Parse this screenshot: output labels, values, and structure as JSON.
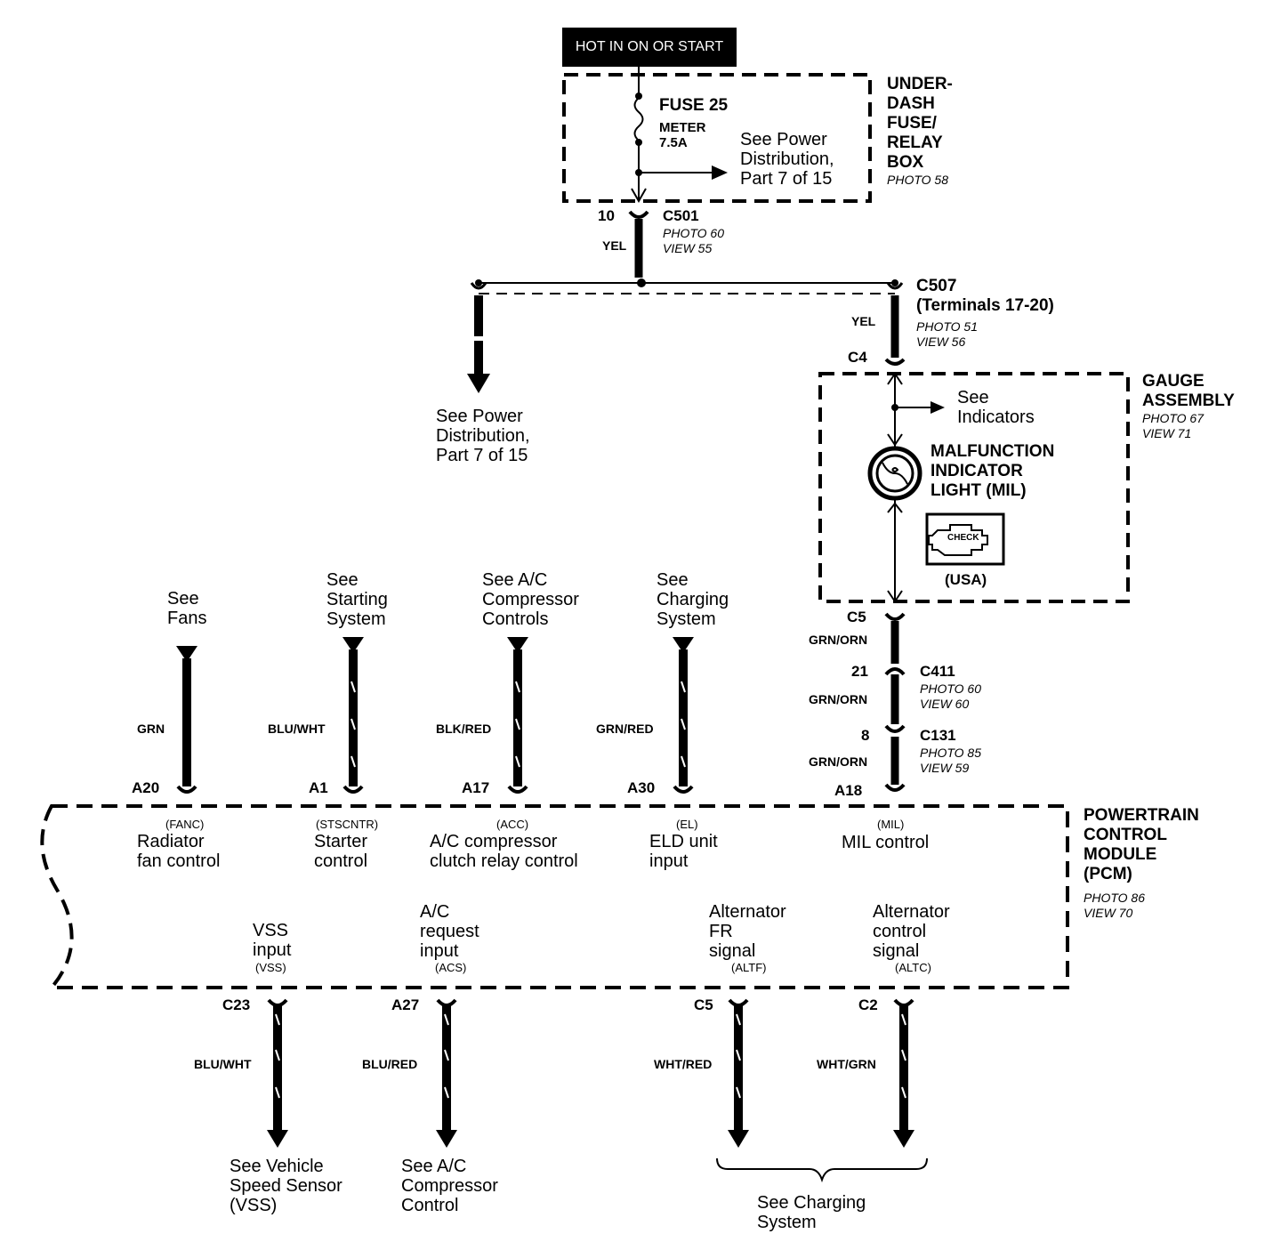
{
  "top": {
    "hot_label": "HOT IN ON OR START",
    "fuse": "FUSE  25",
    "fuse_sub": "METER\n7.5A",
    "power_ref_1": "See Power\nDistribution,\nPart 7 of 15",
    "underdash": "UNDER-\nDASH\nFUSE/\nRELAY\nBOX",
    "underdash_photo": "PHOTO 58"
  },
  "connectors": {
    "c501_pin": "10",
    "c501": "C501",
    "c501_ref": "PHOTO 60\nVIEW 55",
    "c501_wire": "YEL",
    "c507": "C507\n(Terminals 17-20)",
    "c507_ref": "PHOTO 51\nVIEW 56",
    "c507_wire": "YEL",
    "power_ref_2": "See Power\nDistribution,\nPart 7 of 15",
    "c4": "C4",
    "c5": "C5",
    "c5_wire": "GRN/ORN",
    "c411_pin": "21",
    "c411": "C411",
    "c411_ref": "PHOTO 60\nVIEW 60",
    "c411_wire": "GRN/ORN",
    "c131_pin": "8",
    "c131": "C131",
    "c131_ref": "PHOTO 85\nVIEW 59",
    "c131_wire": "GRN/ORN"
  },
  "gauge": {
    "title": "GAUGE\nASSEMBLY",
    "ref": "PHOTO 67\nVIEW 71",
    "indicators": "See\nIndicators",
    "mil": "MALFUNCTION\nINDICATOR\nLIGHT (MIL)",
    "check": "CHECK",
    "usa": "(USA)"
  },
  "top_wires": [
    {
      "ref": "See\nFans",
      "color": "GRN",
      "pin": "A20",
      "abbr": "(FANC)",
      "func": "Radiator\nfan control"
    },
    {
      "ref": "See\nStarting\nSystem",
      "color": "BLU/WHT",
      "pin": "A1",
      "abbr": "(STSCNTR)",
      "func": "Starter\ncontrol"
    },
    {
      "ref": "See A/C\nCompressor\nControls",
      "color": "BLK/RED",
      "pin": "A17",
      "abbr": "(ACC)",
      "func": "A/C compressor\nclutch relay control"
    },
    {
      "ref": "See\nCharging\nSystem",
      "color": "GRN/RED",
      "pin": "A30",
      "abbr": "(EL)",
      "func": "ELD unit\ninput"
    },
    {
      "pin": "A18",
      "abbr": "(MIL)",
      "func": "MIL control"
    }
  ],
  "pcm": {
    "title": "POWERTRAIN\nCONTROL\nMODULE\n(PCM)",
    "ref": "PHOTO 86\nVIEW 70"
  },
  "bottom_wires": [
    {
      "func": "VSS\ninput",
      "abbr": "(VSS)",
      "pin": "C23",
      "color": "BLU/WHT",
      "ref": "See Vehicle\nSpeed Sensor\n(VSS)"
    },
    {
      "func": "A/C\nrequest\ninput",
      "abbr": "(ACS)",
      "pin": "A27",
      "color": "BLU/RED",
      "ref": "See A/C\nCompressor\nControl"
    },
    {
      "func": "Alternator\nFR\nsignal",
      "abbr": "(ALTF)",
      "pin": "C5",
      "color": "WHT/RED"
    },
    {
      "func": "Alternator\ncontrol\nsignal",
      "abbr": "(ALTC)",
      "pin": "C2",
      "color": "WHT/GRN"
    }
  ],
  "charging_ref": "See Charging\nSystem"
}
